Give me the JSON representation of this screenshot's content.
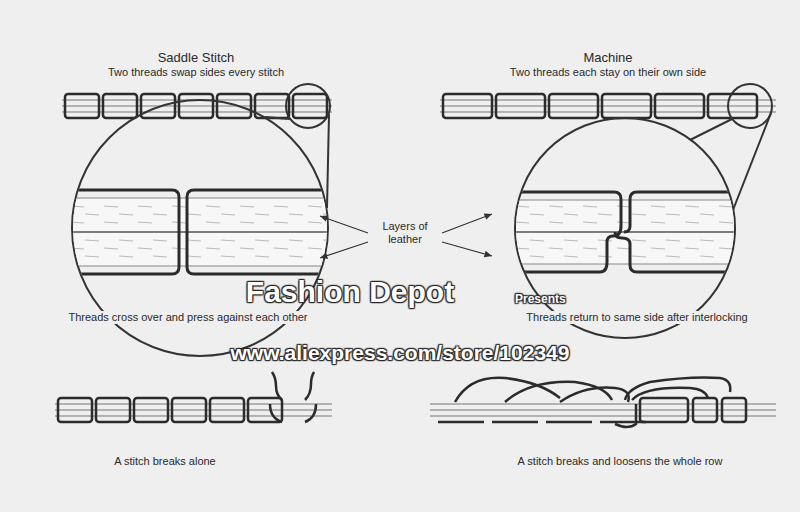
{
  "diagram": {
    "labels": [
      "Saddle Stitch",
      "Two threads swap sides every stitch",
      "Machine",
      "Two threads each stay on their own side",
      "Layers of leather",
      "Threads cross over and press against each other",
      "Threads return to same side after interlocking",
      "Fashion Depot",
      "Presents",
      "www.aliexpress.com/store/102349",
      "A stitch breaks alone",
      "A stitch breaks and loosens the whole row"
    ]
  }
}
